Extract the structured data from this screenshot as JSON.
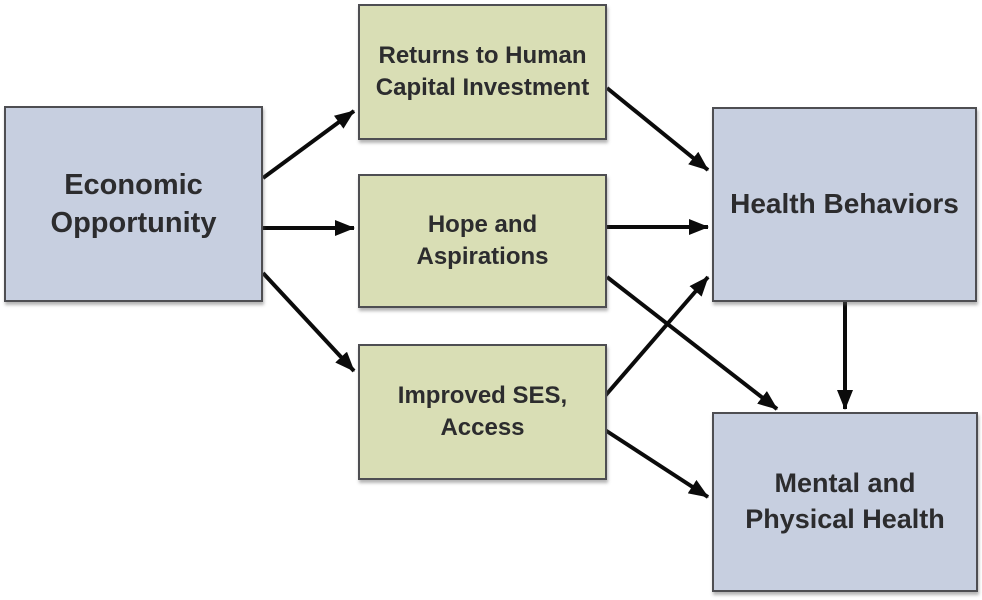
{
  "diagram": {
    "nodes": [
      {
        "id": "economic-opportunity",
        "label": "Economic Opportunity",
        "lines": [
          "Economic",
          "Opportunity"
        ],
        "fill": "blue"
      },
      {
        "id": "returns-to-human-capital-investment",
        "label": "Returns to Human Capital Investment",
        "lines": [
          "Returns to Human",
          "Capital Investment"
        ],
        "fill": "green"
      },
      {
        "id": "hope-and-aspirations",
        "label": "Hope and Aspirations",
        "lines": [
          "Hope and",
          "Aspirations"
        ],
        "fill": "green"
      },
      {
        "id": "improved-ses-access",
        "label": "Improved SES, Access",
        "lines": [
          "Improved SES,",
          "Access"
        ],
        "fill": "green"
      },
      {
        "id": "health-behaviors",
        "label": "Health Behaviors",
        "lines": [
          "Health Behaviors"
        ],
        "fill": "blue"
      },
      {
        "id": "mental-and-physical-health",
        "label": "Mental and Physical Health",
        "lines": [
          "Mental and",
          "Physical Health"
        ],
        "fill": "blue"
      }
    ],
    "edges": [
      {
        "from": "economic-opportunity",
        "to": "returns-to-human-capital-investment"
      },
      {
        "from": "economic-opportunity",
        "to": "hope-and-aspirations"
      },
      {
        "from": "economic-opportunity",
        "to": "improved-ses-access"
      },
      {
        "from": "returns-to-human-capital-investment",
        "to": "health-behaviors"
      },
      {
        "from": "hope-and-aspirations",
        "to": "health-behaviors"
      },
      {
        "from": "hope-and-aspirations",
        "to": "mental-and-physical-health"
      },
      {
        "from": "improved-ses-access",
        "to": "health-behaviors"
      },
      {
        "from": "improved-ses-access",
        "to": "mental-and-physical-health"
      },
      {
        "from": "health-behaviors",
        "to": "mental-and-physical-health"
      }
    ]
  },
  "colors": {
    "node-blue": "#c7cfe0",
    "node-green": "#d9deb5",
    "border": "#4e4e52",
    "arrow": "#0b0b0b",
    "text": "#2c2c2e",
    "background": "#ffffff"
  }
}
